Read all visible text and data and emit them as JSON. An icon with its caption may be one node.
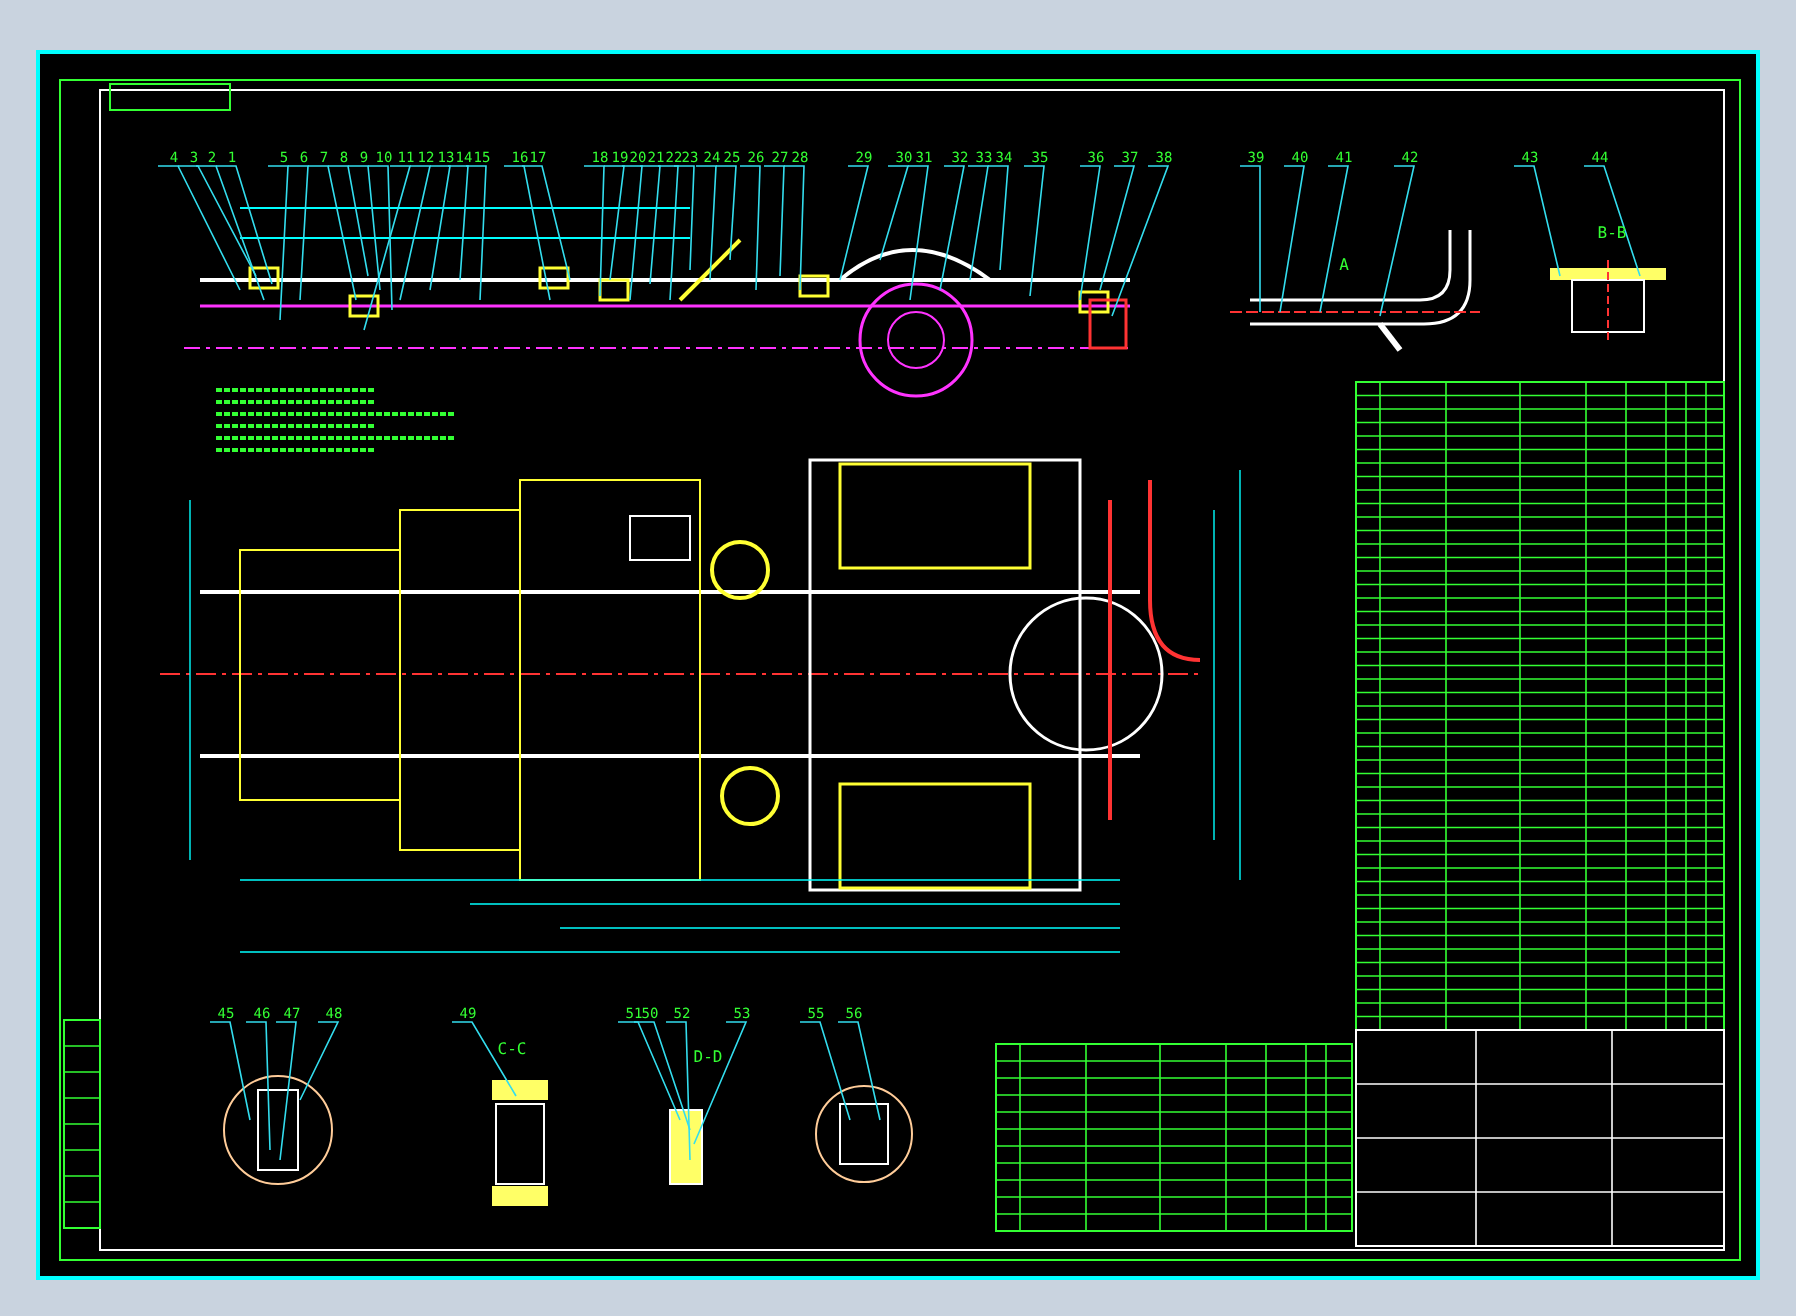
{
  "diagram": {
    "nodes": [
      {
        "text": [
          "4"
        ]
      },
      {
        "text": [
          "3"
        ]
      },
      {
        "text": [
          "2"
        ]
      },
      {
        "text": [
          "1"
        ]
      },
      {
        "text": [
          "5"
        ]
      },
      {
        "text": [
          "6"
        ]
      },
      {
        "text": [
          "7"
        ]
      },
      {
        "text": [
          "8"
        ]
      },
      {
        "text": [
          "9"
        ]
      },
      {
        "text": [
          "10"
        ]
      },
      {
        "text": [
          "11"
        ]
      },
      {
        "text": [
          "12"
        ]
      },
      {
        "text": [
          "13"
        ]
      },
      {
        "text": [
          "14"
        ]
      },
      {
        "text": [
          "15"
        ]
      },
      {
        "text": [
          "16"
        ]
      },
      {
        "text": [
          "17"
        ]
      },
      {
        "text": [
          "18"
        ]
      },
      {
        "text": [
          "19"
        ]
      },
      {
        "text": [
          "20"
        ]
      },
      {
        "text": [
          "21"
        ]
      },
      {
        "text": [
          "22"
        ]
      },
      {
        "text": [
          "23"
        ]
      },
      {
        "text": [
          "24"
        ]
      },
      {
        "text": [
          "25"
        ]
      },
      {
        "text": [
          "26"
        ]
      },
      {
        "text": [
          "27"
        ]
      },
      {
        "text": [
          "28"
        ]
      },
      {
        "text": [
          "29"
        ]
      },
      {
        "text": [
          "30"
        ]
      },
      {
        "text": [
          "31"
        ]
      },
      {
        "text": [
          "32"
        ]
      },
      {
        "text": [
          "33"
        ]
      },
      {
        "text": [
          "34"
        ]
      },
      {
        "text": [
          "35"
        ]
      },
      {
        "text": [
          "36"
        ]
      },
      {
        "text": [
          "37"
        ]
      },
      {
        "text": [
          "38"
        ]
      },
      {
        "text": [
          "39"
        ]
      },
      {
        "text": [
          "40"
        ]
      },
      {
        "text": [
          "41"
        ]
      },
      {
        "text": [
          "42"
        ]
      },
      {
        "text": [
          "43"
        ]
      },
      {
        "text": [
          "44"
        ]
      },
      {
        "text": [
          "45"
        ]
      },
      {
        "text": [
          "46"
        ]
      },
      {
        "text": [
          "47"
        ]
      },
      {
        "text": [
          "48"
        ]
      },
      {
        "text": [
          "49"
        ]
      },
      {
        "text": [
          "51"
        ]
      },
      {
        "text": [
          "50"
        ]
      },
      {
        "text": [
          "52"
        ]
      },
      {
        "text": [
          "53"
        ]
      },
      {
        "text": [
          "55"
        ]
      },
      {
        "text": [
          "56"
        ]
      }
    ],
    "edges": [
      {
        "from": 0,
        "to": null,
        "arrow": "none"
      },
      {
        "from": 1,
        "to": null,
        "arrow": "none"
      },
      {
        "from": 2,
        "to": null,
        "arrow": "none"
      },
      {
        "from": 3,
        "to": null,
        "arrow": "none"
      },
      {
        "from": 4,
        "to": null,
        "arrow": "none"
      },
      {
        "from": 5,
        "to": null,
        "arrow": "none"
      },
      {
        "from": 6,
        "to": null,
        "arrow": "none"
      },
      {
        "from": 7,
        "to": null,
        "arrow": "none"
      },
      {
        "from": 8,
        "to": null,
        "arrow": "none"
      },
      {
        "from": 9,
        "to": null,
        "arrow": "none"
      },
      {
        "from": 10,
        "to": null,
        "arrow": "none"
      },
      {
        "from": 11,
        "to": null,
        "arrow": "none"
      },
      {
        "from": 12,
        "to": null,
        "arrow": "none"
      },
      {
        "from": 13,
        "to": null,
        "arrow": "none"
      },
      {
        "from": 14,
        "to": null,
        "arrow": "none"
      },
      {
        "from": 15,
        "to": null,
        "arrow": "none"
      },
      {
        "from": 16,
        "to": null,
        "arrow": "none"
      },
      {
        "from": 17,
        "to": null,
        "arrow": "none"
      },
      {
        "from": 18,
        "to": null,
        "arrow": "none"
      },
      {
        "from": 19,
        "to": null,
        "arrow": "none"
      },
      {
        "from": 20,
        "to": null,
        "arrow": "none"
      },
      {
        "from": 21,
        "to": null,
        "arrow": "none"
      },
      {
        "from": 22,
        "to": null,
        "arrow": "none"
      },
      {
        "from": 23,
        "to": null,
        "arrow": "none"
      },
      {
        "from": 24,
        "to": null,
        "arrow": "none"
      },
      {
        "from": 25,
        "to": null,
        "arrow": "none"
      },
      {
        "from": 26,
        "to": null,
        "arrow": "none"
      },
      {
        "from": 27,
        "to": null,
        "arrow": "none"
      },
      {
        "from": 28,
        "to": null,
        "arrow": "none"
      },
      {
        "from": 29,
        "to": null,
        "arrow": "none"
      },
      {
        "from": 30,
        "to": null,
        "arrow": "none"
      },
      {
        "from": 31,
        "to": null,
        "arrow": "none"
      },
      {
        "from": 32,
        "to": null,
        "arrow": "none"
      },
      {
        "from": 33,
        "to": null,
        "arrow": "none"
      },
      {
        "from": 34,
        "to": null,
        "arrow": "none"
      },
      {
        "from": 35,
        "to": null,
        "arrow": "none"
      },
      {
        "from": 36,
        "to": null,
        "arrow": "none"
      },
      {
        "from": 37,
        "to": null,
        "arrow": "none"
      },
      {
        "from": 38,
        "to": null,
        "arrow": "none"
      },
      {
        "from": 39,
        "to": null,
        "arrow": "none"
      },
      {
        "from": 40,
        "to": null,
        "arrow": "none"
      },
      {
        "from": 41,
        "to": null,
        "arrow": "none"
      },
      {
        "from": 42,
        "to": null,
        "arrow": "none"
      },
      {
        "from": 43,
        "to": null,
        "arrow": "none"
      },
      {
        "from": 44,
        "to": null,
        "arrow": "none"
      },
      {
        "from": 45,
        "to": null,
        "arrow": "none"
      },
      {
        "from": 46,
        "to": null,
        "arrow": "none"
      },
      {
        "from": 47,
        "to": null,
        "arrow": "none"
      },
      {
        "from": 48,
        "to": null,
        "arrow": "none"
      },
      {
        "from": 49,
        "to": null,
        "arrow": "none"
      },
      {
        "from": 50,
        "to": null,
        "arrow": "none"
      },
      {
        "from": 51,
        "to": null,
        "arrow": "none"
      },
      {
        "from": 52,
        "to": null,
        "arrow": "none"
      },
      {
        "from": 53,
        "to": null,
        "arrow": "none"
      },
      {
        "from": 54,
        "to": null,
        "arrow": "none"
      }
    ],
    "labels": [
      "A",
      "B-B",
      "C-C",
      "D-D"
    ]
  }
}
